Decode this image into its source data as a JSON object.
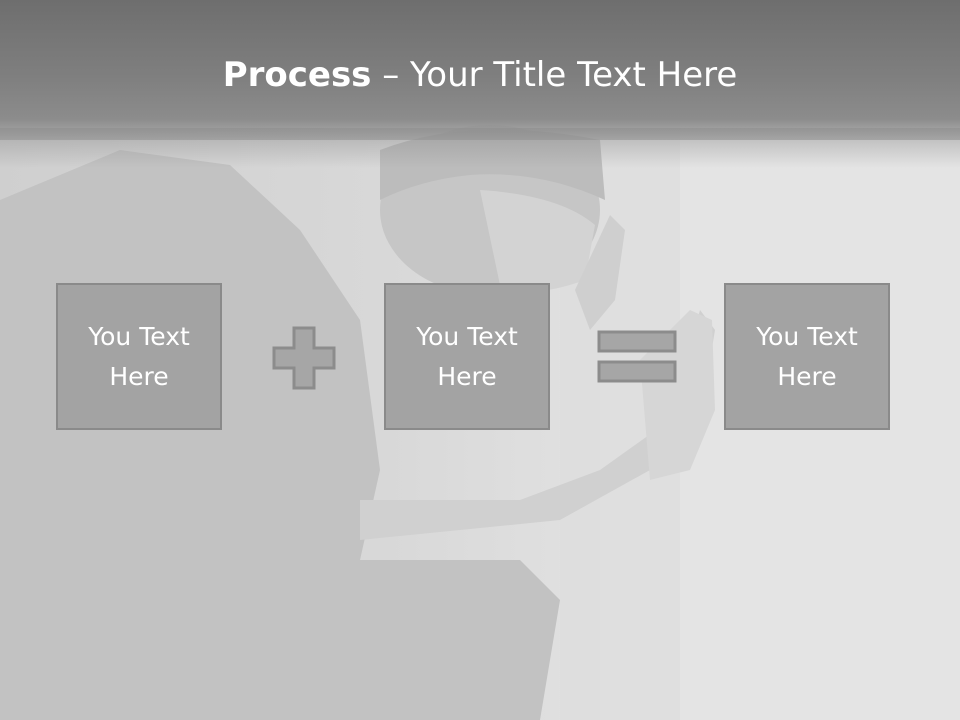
{
  "title": {
    "bold_part": "Process",
    "rest_part": " – Your Title Text Here"
  },
  "process": {
    "items": [
      {
        "label": "You Text Here"
      },
      {
        "label": "You Text Here"
      },
      {
        "label": "You Text Here"
      }
    ],
    "operators": [
      "plus-icon",
      "equals-icon"
    ]
  },
  "colors": {
    "box_fill": "#a3a3a3",
    "box_border": "#8a8a8a",
    "operator_fill": "#a6a6a6",
    "operator_border": "#8c8c8c",
    "header": "#7a7a7a",
    "text": "#ffffff"
  }
}
